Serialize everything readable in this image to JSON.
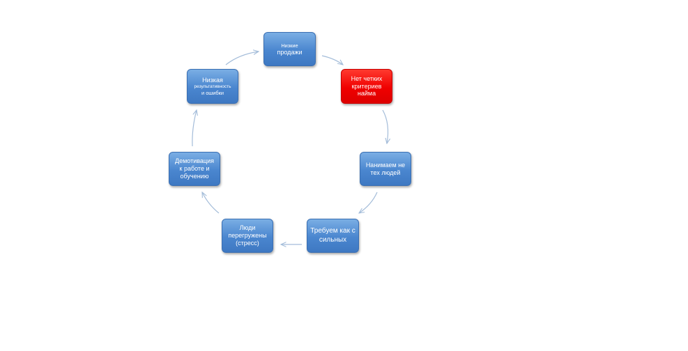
{
  "diagram": {
    "type": "cycle",
    "colors": {
      "node_fill": "#4a86cf",
      "node_border": "#3a6fb3",
      "highlight_fill": "#f00000",
      "arrow": "#a3bcd9",
      "text": "#ffffff"
    },
    "nodes": {
      "low_sales": {
        "line1": "Низкие",
        "line2": "продажи"
      },
      "no_criteria": {
        "line1": "Нет четких",
        "line2": "критериев",
        "line3": "найма"
      },
      "hire_wrong": {
        "line1": "Нанимаем не",
        "line2": "тех людей"
      },
      "demand": {
        "line1": "Требуем как с",
        "line2": "сильных"
      },
      "overload": {
        "line1": "Люди",
        "line2": "перегружены",
        "line3": "(стресс)"
      },
      "demotivation": {
        "line1": "Демотивация",
        "line2": "к работе и",
        "line3": "обучению"
      },
      "low_results": {
        "line1": "Низкая",
        "line2": "результативность",
        "line3": "и ошибки"
      }
    },
    "edges": [
      {
        "from": "low_sales",
        "to": "no_criteria"
      },
      {
        "from": "no_criteria",
        "to": "hire_wrong"
      },
      {
        "from": "hire_wrong",
        "to": "demand"
      },
      {
        "from": "demand",
        "to": "overload"
      },
      {
        "from": "overload",
        "to": "demotivation"
      },
      {
        "from": "demotivation",
        "to": "low_results"
      },
      {
        "from": "low_results",
        "to": "low_sales"
      }
    ]
  }
}
